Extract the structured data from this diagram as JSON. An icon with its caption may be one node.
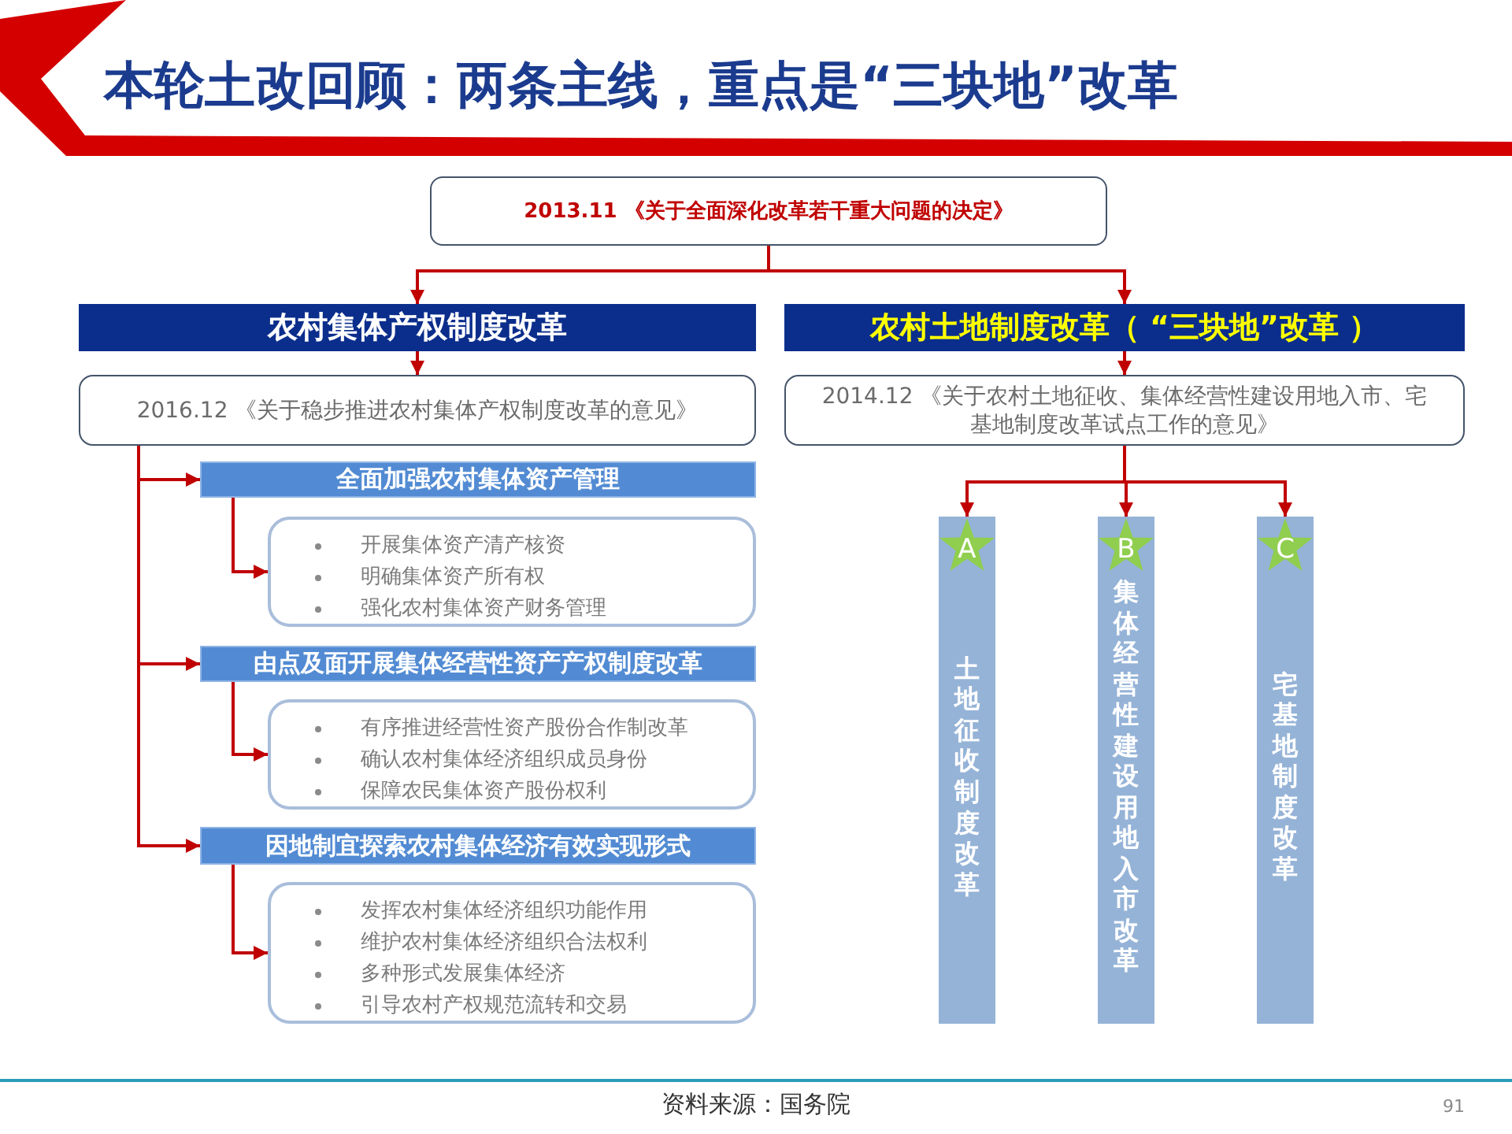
{
  "diagram": {
    "title": "本轮土改回顾：两条主线，重点是“三块地”改革",
    "nodes": [
      {
        "text": [
          "2013.11 《关于全面深化改革若干重大问题的决定》"
        ]
      },
      {
        "text": [
          "农村集体产权制度改革"
        ]
      },
      {
        "text": [
          "农村土地制度改革（ “三块地”改革 ）"
        ]
      },
      {
        "text": [
          "2016.12 《关于稳步推进农村集体产权制度改革的意见》"
        ]
      },
      {
        "text": [
          "2014.12 《关于农村土地征收、集体经营性建设用地入市、宅基地制度改革试点工作的意见》"
        ]
      },
      {
        "text": [
          "全面加强农村集体资产管理"
        ]
      },
      {
        "text": [
          "开展集体资产清产核资",
          "明确集体资产所有权",
          "强化农村集体资产财务管理"
        ]
      },
      {
        "text": [
          "由点及面开展集体经营性资产产权制度改革"
        ]
      },
      {
        "text": [
          "有序推进经营性资产股份合作制改革",
          "确认农村集体经济组织成员身份",
          "保障农民集体资产股份权利"
        ]
      },
      {
        "text": [
          "因地制宜探索农村集体经济有效实现形式"
        ]
      },
      {
        "text": [
          "发挥农村集体经济组织功能作用",
          "维护农村集体经济组织合法权利",
          "多种形式发展集体经济",
          "引导农村产权规范流转和交易"
        ]
      },
      {
        "text": [
          "A",
          "土地征收制度改革"
        ]
      },
      {
        "text": [
          "B",
          "集体经营性建设用地入市改革"
        ]
      },
      {
        "text": [
          "C",
          "宅基地制度改革"
        ]
      }
    ],
    "edges": [
      {
        "from": 0,
        "to": 1,
        "arrow": "to"
      },
      {
        "from": 0,
        "to": 2,
        "arrow": "to"
      },
      {
        "from": 1,
        "to": 3,
        "arrow": "to"
      },
      {
        "from": 2,
        "to": 4,
        "arrow": "to"
      },
      {
        "from": 3,
        "to": 5,
        "arrow": "to"
      },
      {
        "from": 3,
        "to": 7,
        "arrow": "to"
      },
      {
        "from": 3,
        "to": 9,
        "arrow": "to"
      },
      {
        "from": 5,
        "to": 6,
        "arrow": "to"
      },
      {
        "from": 7,
        "to": 8,
        "arrow": "to"
      },
      {
        "from": 9,
        "to": 10,
        "arrow": "to"
      },
      {
        "from": 4,
        "to": 11,
        "arrow": "to"
      },
      {
        "from": 4,
        "to": 12,
        "arrow": "to"
      },
      {
        "from": 4,
        "to": 13,
        "arrow": "to"
      }
    ],
    "labels": [
      "资料来源：国务院",
      "91"
    ]
  }
}
